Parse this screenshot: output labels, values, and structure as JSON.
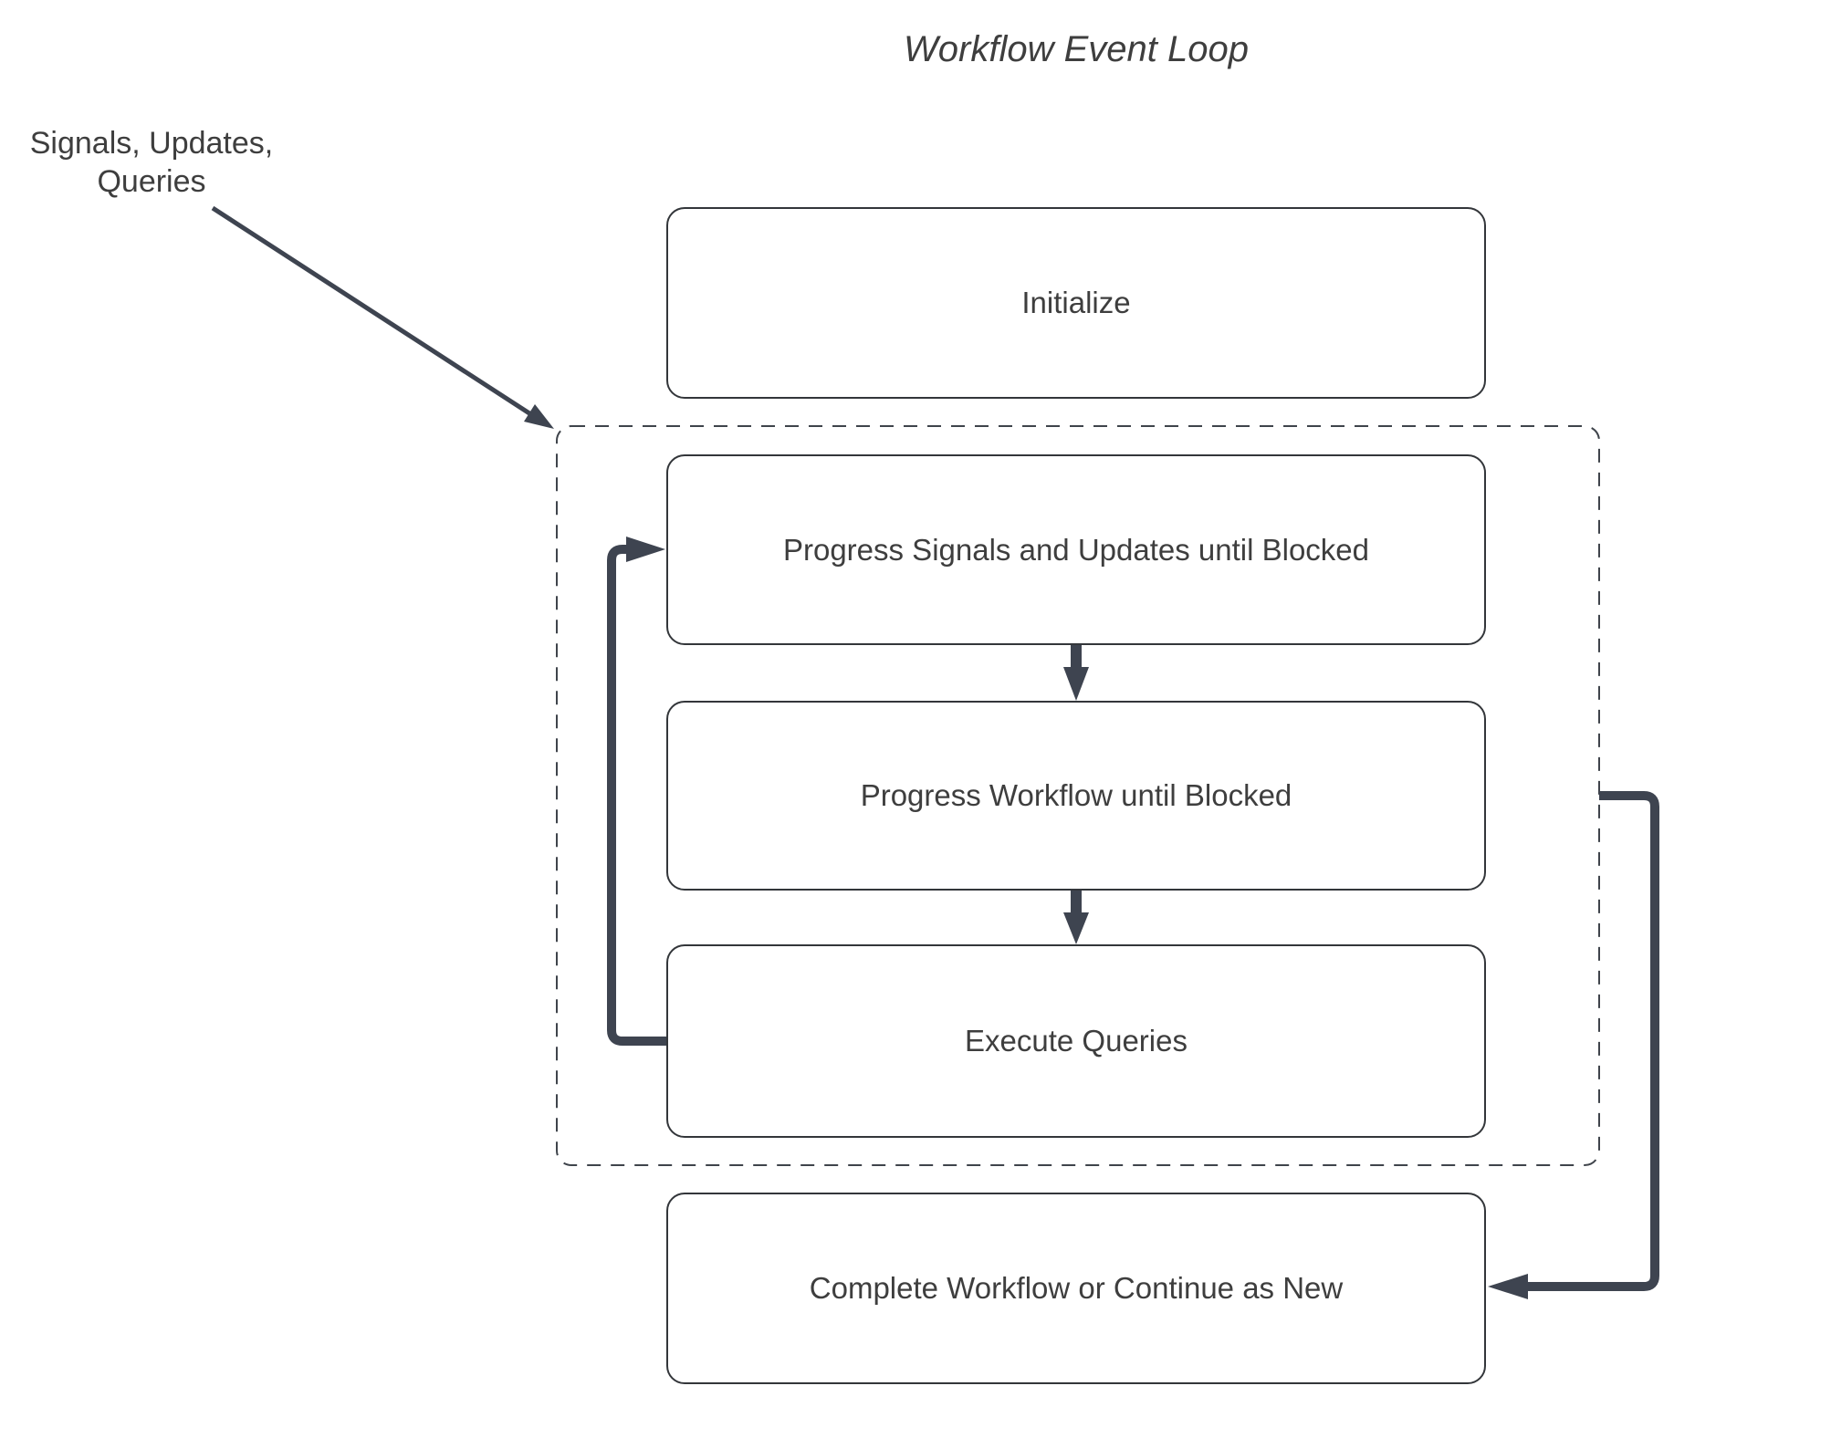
{
  "title": "Workflow Event Loop",
  "input_label": [
    "Signals, Updates,",
    "Queries"
  ],
  "nodes": [
    {
      "id": "initialize",
      "label": "Initialize"
    },
    {
      "id": "progress-signals",
      "label": "Progress Signals and Updates until Blocked"
    },
    {
      "id": "progress-workflow",
      "label": "Progress Workflow until Blocked"
    },
    {
      "id": "execute-queries",
      "label": "Execute Queries"
    },
    {
      "id": "complete-workflow",
      "label": "Complete Workflow or Continue as New"
    }
  ],
  "colors": {
    "background": "#ffffff",
    "text": "#3e3e3e",
    "box_border": "#33363a",
    "dashed_border": "#3f444b",
    "arrow": "#3e4450"
  }
}
